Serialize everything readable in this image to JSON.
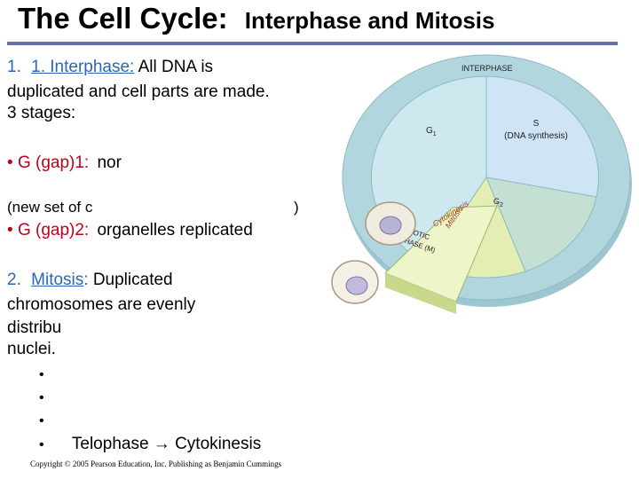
{
  "slide": {
    "title": "The Cell Cycle:",
    "subtitle": "Interphase and Mitosis"
  },
  "point1": {
    "number": "1.",
    "term": "1. Interphase:",
    "line1": "All DNA is",
    "line2": "duplicated and cell parts are made.",
    "line3": "3 stages:"
  },
  "stages": {
    "g1_bullet": "•",
    "g1_label": "G (gap)1:",
    "g1_text": "nor",
    "s_text_open": "(new set of c",
    "s_text_close": ")",
    "g2_bullet": "•",
    "g2_label": "G (gap)2:",
    "g2_text": "organelles replicated"
  },
  "point2": {
    "number": "2.",
    "term": "Mitosis",
    "colon": ":",
    "line1": "Duplicated",
    "line2": "chromosomes are evenly",
    "line3": "distribu",
    "line4": "nuclei."
  },
  "phases": [
    {
      "bullet": "•",
      "text": ""
    },
    {
      "bullet": "•",
      "text": ""
    },
    {
      "bullet": "•",
      "text": ""
    },
    {
      "bullet": "•",
      "text": "Telophase",
      "arrow": "→",
      "text2": "Cytokinesis"
    }
  ],
  "diagram": {
    "interphase_label": "INTERPHASE",
    "g1": "G",
    "g1_sub": "1",
    "s_label": "S",
    "s_sub": "(DNA synthesis)",
    "g2": "G",
    "g2_sub": "2",
    "cytokinesis": "Cytokinesis",
    "mitosis": "Mitosis",
    "mitotic_1": "MITOTIC",
    "mitotic_2": "PHASE (M)",
    "colors": {
      "g1_fill": "#cde8ee",
      "s_fill": "#cfe4f5",
      "g2_fill": "#c4e0d2",
      "outer_ring": "#b2d6de",
      "mitotic_fill": "#e3efb2"
    }
  },
  "copyright": "Copyright © 2005 Pearson Education, Inc. Publishing as Benjamin Cummings"
}
